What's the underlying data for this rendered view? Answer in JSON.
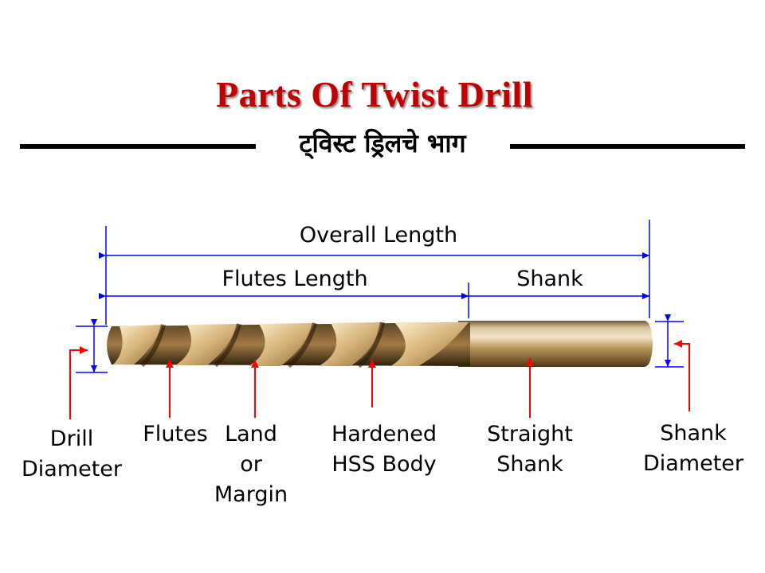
{
  "title": "Parts  Of Twist Drill",
  "subtitle": "ट्विस्ट ड्रिलचे भाग",
  "dimensions": {
    "overall_length": "Overall Length",
    "flutes_length": "Flutes Length",
    "shank": "Shank"
  },
  "labels": {
    "drill_diameter": [
      "Drill",
      "Diameter"
    ],
    "flutes": [
      "Flutes"
    ],
    "land": [
      "Land",
      "or",
      "Margin"
    ],
    "body": [
      "Hardened",
      "HSS Body"
    ],
    "straight_shank": [
      "Straight",
      "Shank"
    ],
    "shank_diameter": [
      "Shank",
      "Diameter"
    ]
  },
  "colors": {
    "title": "#c00000",
    "dimension_line": "#0000ff",
    "pointer": "#ff0000",
    "drill_gold": "#b8935a"
  }
}
